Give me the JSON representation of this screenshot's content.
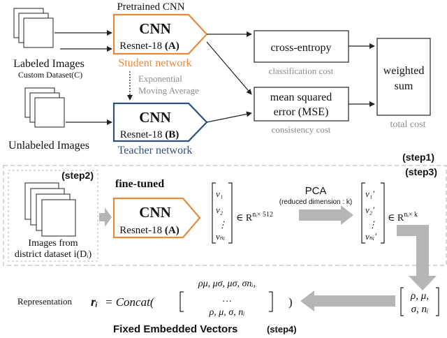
{
  "top": {
    "pretrained_label": "Pretrained CNN",
    "labeled_images": "Labeled Images",
    "custom_dataset": "Custom Dataset(C)",
    "unlabeled_images": "Unlabeled Images",
    "student_cnn": "CNN",
    "student_model": "Resnet-18",
    "student_tag": "(A)",
    "student_label": "Student network",
    "ema_line1": "Exponential",
    "ema_line2": "Moving Average",
    "teacher_cnn": "CNN",
    "teacher_model": "Resnet-18",
    "teacher_tag": "(B)",
    "teacher_label": "Teacher network",
    "cross_entropy": "cross-entropy",
    "classification_cost": "classification cost",
    "mse_line1": "mean squared",
    "mse_line2": "error (MSE)",
    "consistency_cost": "consistency cost",
    "weighted_line1": "weighted",
    "weighted_line2": "sum",
    "total_cost": "total cost"
  },
  "bottom": {
    "step1": "(step1)",
    "step3": "(step3)",
    "step2": "(step2)",
    "images_line1": "Images from",
    "images_line2": "district dataset i(Dᵢ)",
    "fine_tuned": "fine-tuned",
    "cnn": "CNN",
    "model": "Resnet-18",
    "model_tag": "(A)",
    "vec": [
      "v₁",
      "v₂",
      "⋮",
      "vₙᵢ"
    ],
    "dim1_prefix": "∈ R",
    "dim1_sup": "nᵢ× 512",
    "pca": "PCA",
    "pca_note": "(reduced dimension : k)",
    "vec2": [
      "v₁′",
      "v₂′",
      "⋮",
      "vₙᵢ′"
    ],
    "dim2_prefix": "∈ R",
    "dim2_sup": "nᵢ× k",
    "stats_line1": "ρ, μ,",
    "stats_line2": "σ, nᵢ",
    "representation": "Representation",
    "r_i": "rᵢ",
    "concat": "= Concat(",
    "concat_row1": "ρμ, μσ, μσ, σnᵢ,",
    "concat_row2": "…",
    "concat_row3": "ρ, μ, σ, nᵢ",
    "close_paren": ")",
    "fixed_vectors": "Fixed Embedded Vectors",
    "step4": "(step4)"
  },
  "colors": {
    "student": "#e8893b",
    "teacher": "#2e4f7f",
    "arrow_gray": "#b5b5b5",
    "dash": "#c8c8c8",
    "gray_text": "#8c8c8c"
  }
}
